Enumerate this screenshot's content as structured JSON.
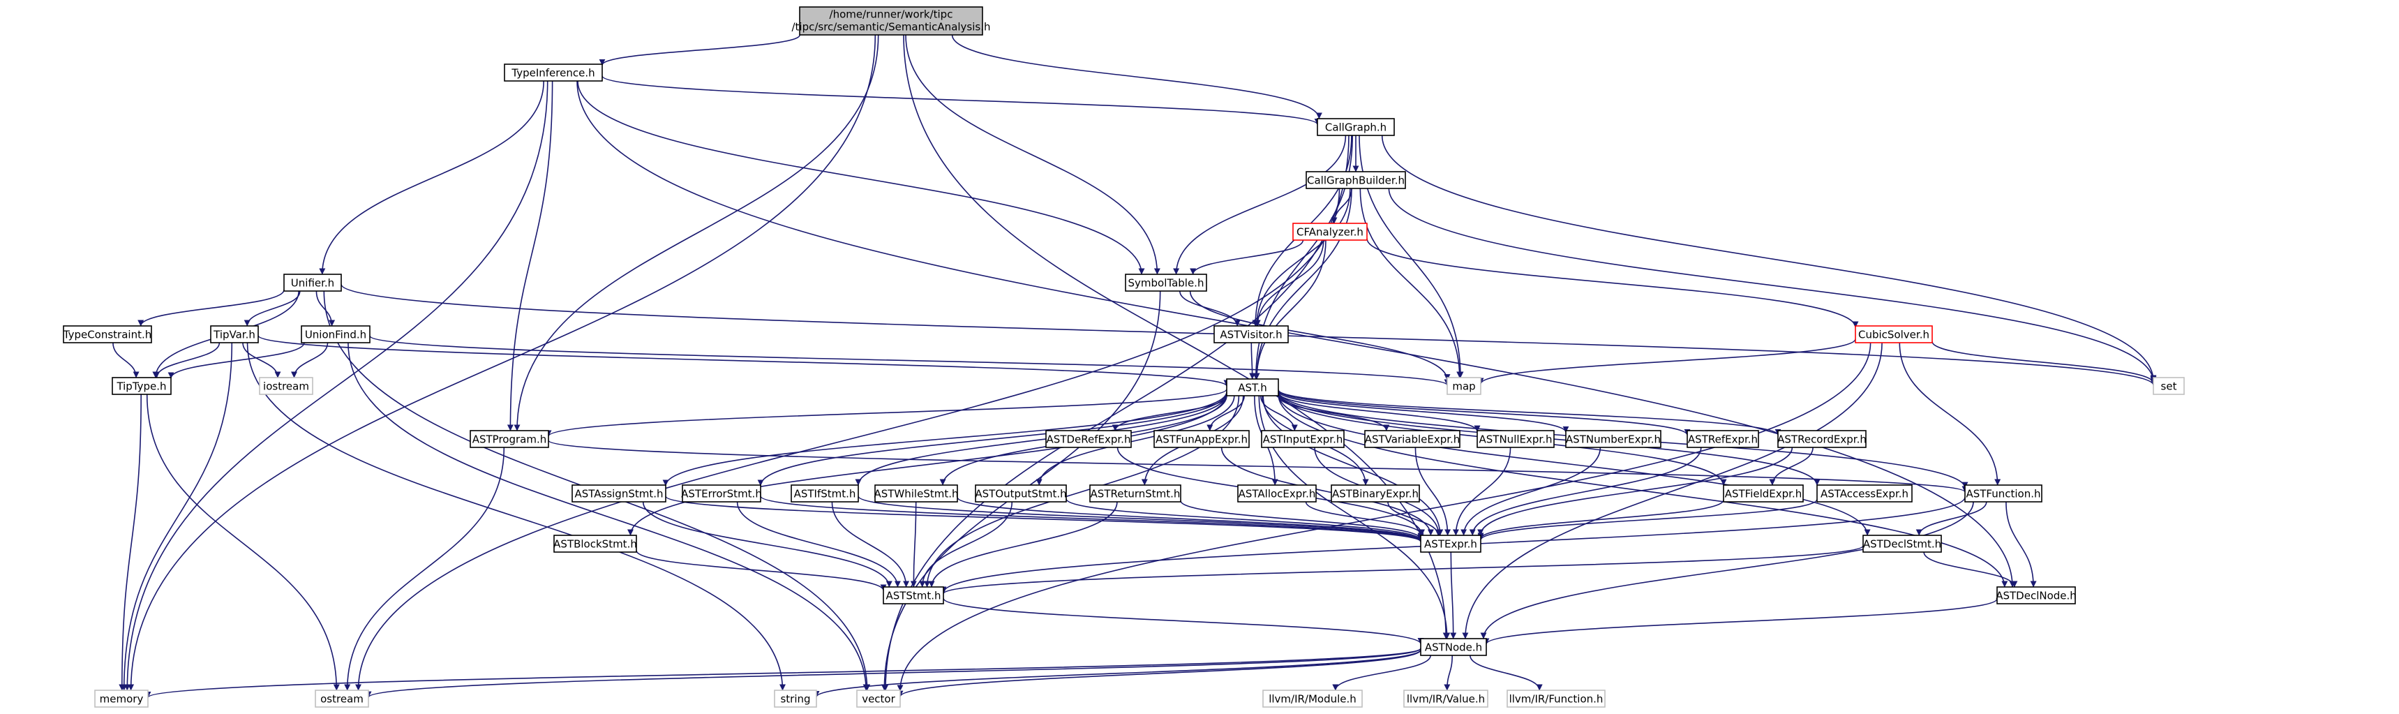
{
  "colors": {
    "edge": "#191970",
    "node_border": "#000000",
    "root_fill": "#bfbfbf",
    "node_fill": "#ffffff",
    "external_border": "#bfbfbf",
    "highlight_border": "#ff0000",
    "text": "#000000"
  },
  "nodes": {
    "root": {
      "label1": "/home/runner/work/tipc",
      "label2": "/tipc/src/semantic/SemanticAnalysis.h"
    },
    "ti": {
      "label": "TypeInference.h"
    },
    "cg": {
      "label": "CallGraph.h"
    },
    "cgb": {
      "label": "CallGraphBuilder.h"
    },
    "cfa": {
      "label": "CFAnalyzer.h"
    },
    "st": {
      "label": "SymbolTable.h"
    },
    "unifier": {
      "label": "Unifier.h"
    },
    "tc": {
      "label": "TypeConstraint.h"
    },
    "tv": {
      "label": "TipVar.h"
    },
    "uf": {
      "label": "UnionFind.h"
    },
    "tt": {
      "label": "TipType.h"
    },
    "iostream": {
      "label": "iostream"
    },
    "astvisitor": {
      "label": "ASTVisitor.h"
    },
    "cubic": {
      "label": "CubicSolver.h"
    },
    "map": {
      "label": "map"
    },
    "set": {
      "label": "set"
    },
    "ast": {
      "label": "AST.h"
    },
    "program": {
      "label": "ASTProgram.h"
    },
    "deref": {
      "label": "ASTDeRefExpr.h"
    },
    "funapp": {
      "label": "ASTFunAppExpr.h"
    },
    "input": {
      "label": "ASTInputExpr.h"
    },
    "variable": {
      "label": "ASTVariableExpr.h"
    },
    "null": {
      "label": "ASTNullExpr.h"
    },
    "number": {
      "label": "ASTNumberExpr.h"
    },
    "ref": {
      "label": "ASTRefExpr.h"
    },
    "record": {
      "label": "ASTRecordExpr.h"
    },
    "assign": {
      "label": "ASTAssignStmt.h"
    },
    "error": {
      "label": "ASTErrorStmt.h"
    },
    "if": {
      "label": "ASTIfStmt.h"
    },
    "while": {
      "label": "ASTWhileStmt.h"
    },
    "output": {
      "label": "ASTOutputStmt.h"
    },
    "return": {
      "label": "ASTReturnStmt.h"
    },
    "alloc": {
      "label": "ASTAllocExpr.h"
    },
    "binary": {
      "label": "ASTBinaryExpr.h"
    },
    "field": {
      "label": "ASTFieldExpr.h"
    },
    "access": {
      "label": "ASTAccessExpr.h"
    },
    "function": {
      "label": "ASTFunction.h"
    },
    "block": {
      "label": "ASTBlockStmt.h"
    },
    "expr": {
      "label": "ASTExpr.h"
    },
    "declstmt": {
      "label": "ASTDeclStmt.h"
    },
    "stmt": {
      "label": "ASTStmt.h"
    },
    "declnode": {
      "label": "ASTDeclNode.h"
    },
    "astnode": {
      "label": "ASTNode.h"
    },
    "memory": {
      "label": "memory"
    },
    "ostream": {
      "label": "ostream"
    },
    "string": {
      "label": "string"
    },
    "vector": {
      "label": "vector"
    },
    "llvm_module": {
      "label": "llvm/IR/Module.h"
    },
    "llvm_value": {
      "label": "llvm/IR/Value.h"
    },
    "llvm_func": {
      "label": "llvm/IR/Function.h"
    }
  },
  "edges": [
    [
      "root",
      "ti"
    ],
    [
      "root",
      "cg"
    ],
    [
      "root",
      "st"
    ],
    [
      "root",
      "program"
    ],
    [
      "root",
      "memory"
    ],
    [
      "root",
      "astnode"
    ],
    [
      "ti",
      "cg"
    ],
    [
      "ti",
      "unifier"
    ],
    [
      "ti",
      "st"
    ],
    [
      "ti",
      "program"
    ],
    [
      "ti",
      "declnode"
    ],
    [
      "ti",
      "memory"
    ],
    [
      "cg",
      "cgb"
    ],
    [
      "cg",
      "astvisitor"
    ],
    [
      "cg",
      "st"
    ],
    [
      "cg",
      "ast"
    ],
    [
      "cg",
      "map"
    ],
    [
      "cg",
      "set"
    ],
    [
      "cg",
      "vector"
    ],
    [
      "cgb",
      "cfa"
    ],
    [
      "cgb",
      "astvisitor"
    ],
    [
      "cgb",
      "ast"
    ],
    [
      "cgb",
      "map"
    ],
    [
      "cgb",
      "set"
    ],
    [
      "cgb",
      "ostream"
    ],
    [
      "cfa",
      "st"
    ],
    [
      "cfa",
      "astvisitor"
    ],
    [
      "cfa",
      "ast"
    ],
    [
      "cfa",
      "cubic"
    ],
    [
      "st",
      "astvisitor"
    ],
    [
      "st",
      "map"
    ],
    [
      "st",
      "vector"
    ],
    [
      "unifier",
      "tc"
    ],
    [
      "unifier",
      "tv"
    ],
    [
      "unifier",
      "uf"
    ],
    [
      "unifier",
      "tt"
    ],
    [
      "unifier",
      "set"
    ],
    [
      "unifier",
      "vector"
    ],
    [
      "tc",
      "tt"
    ],
    [
      "tv",
      "tt"
    ],
    [
      "tv",
      "iostream"
    ],
    [
      "tv",
      "memory"
    ],
    [
      "tv",
      "string"
    ],
    [
      "tv",
      "ast"
    ],
    [
      "uf",
      "tt"
    ],
    [
      "uf",
      "iostream"
    ],
    [
      "uf",
      "map"
    ],
    [
      "uf",
      "vector"
    ],
    [
      "tt",
      "memory"
    ],
    [
      "tt",
      "ostream"
    ],
    [
      "astvisitor",
      "ast"
    ],
    [
      "cubic",
      "map"
    ],
    [
      "cubic",
      "set"
    ],
    [
      "cubic",
      "function"
    ],
    [
      "cubic",
      "astnode"
    ],
    [
      "cubic",
      "vector"
    ],
    [
      "ast",
      "program"
    ],
    [
      "ast",
      "deref"
    ],
    [
      "ast",
      "funapp"
    ],
    [
      "ast",
      "input"
    ],
    [
      "ast",
      "variable"
    ],
    [
      "ast",
      "null"
    ],
    [
      "ast",
      "number"
    ],
    [
      "ast",
      "ref"
    ],
    [
      "ast",
      "record"
    ],
    [
      "ast",
      "assign"
    ],
    [
      "ast",
      "error"
    ],
    [
      "ast",
      "if"
    ],
    [
      "ast",
      "while"
    ],
    [
      "ast",
      "output"
    ],
    [
      "ast",
      "return"
    ],
    [
      "ast",
      "alloc"
    ],
    [
      "ast",
      "binary"
    ],
    [
      "ast",
      "field"
    ],
    [
      "ast",
      "access"
    ],
    [
      "ast",
      "function"
    ],
    [
      "ast",
      "block"
    ],
    [
      "ast",
      "expr"
    ],
    [
      "ast",
      "declstmt"
    ],
    [
      "ast",
      "stmt"
    ],
    [
      "ast",
      "declnode"
    ],
    [
      "ast",
      "astnode"
    ],
    [
      "program",
      "function"
    ],
    [
      "program",
      "ostream"
    ],
    [
      "deref",
      "expr"
    ],
    [
      "funapp",
      "expr"
    ],
    [
      "input",
      "expr"
    ],
    [
      "variable",
      "expr"
    ],
    [
      "null",
      "expr"
    ],
    [
      "number",
      "expr"
    ],
    [
      "ref",
      "expr"
    ],
    [
      "record",
      "expr"
    ],
    [
      "record",
      "field"
    ],
    [
      "assign",
      "expr"
    ],
    [
      "assign",
      "stmt"
    ],
    [
      "error",
      "expr"
    ],
    [
      "error",
      "stmt"
    ],
    [
      "if",
      "expr"
    ],
    [
      "if",
      "stmt"
    ],
    [
      "while",
      "expr"
    ],
    [
      "while",
      "stmt"
    ],
    [
      "output",
      "expr"
    ],
    [
      "output",
      "stmt"
    ],
    [
      "return",
      "expr"
    ],
    [
      "return",
      "stmt"
    ],
    [
      "alloc",
      "expr"
    ],
    [
      "binary",
      "expr"
    ],
    [
      "field",
      "expr"
    ],
    [
      "access",
      "expr"
    ],
    [
      "function",
      "declstmt"
    ],
    [
      "function",
      "declnode"
    ],
    [
      "function",
      "stmt"
    ],
    [
      "function",
      "astnode"
    ],
    [
      "block",
      "stmt"
    ],
    [
      "declstmt",
      "stmt"
    ],
    [
      "declstmt",
      "declnode"
    ],
    [
      "expr",
      "astnode"
    ],
    [
      "stmt",
      "astnode"
    ],
    [
      "declnode",
      "astnode"
    ],
    [
      "astnode",
      "memory"
    ],
    [
      "astnode",
      "ostream"
    ],
    [
      "astnode",
      "string"
    ],
    [
      "astnode",
      "vector"
    ],
    [
      "astnode",
      "llvm_module"
    ],
    [
      "astnode",
      "llvm_value"
    ],
    [
      "astnode",
      "llvm_func"
    ]
  ]
}
